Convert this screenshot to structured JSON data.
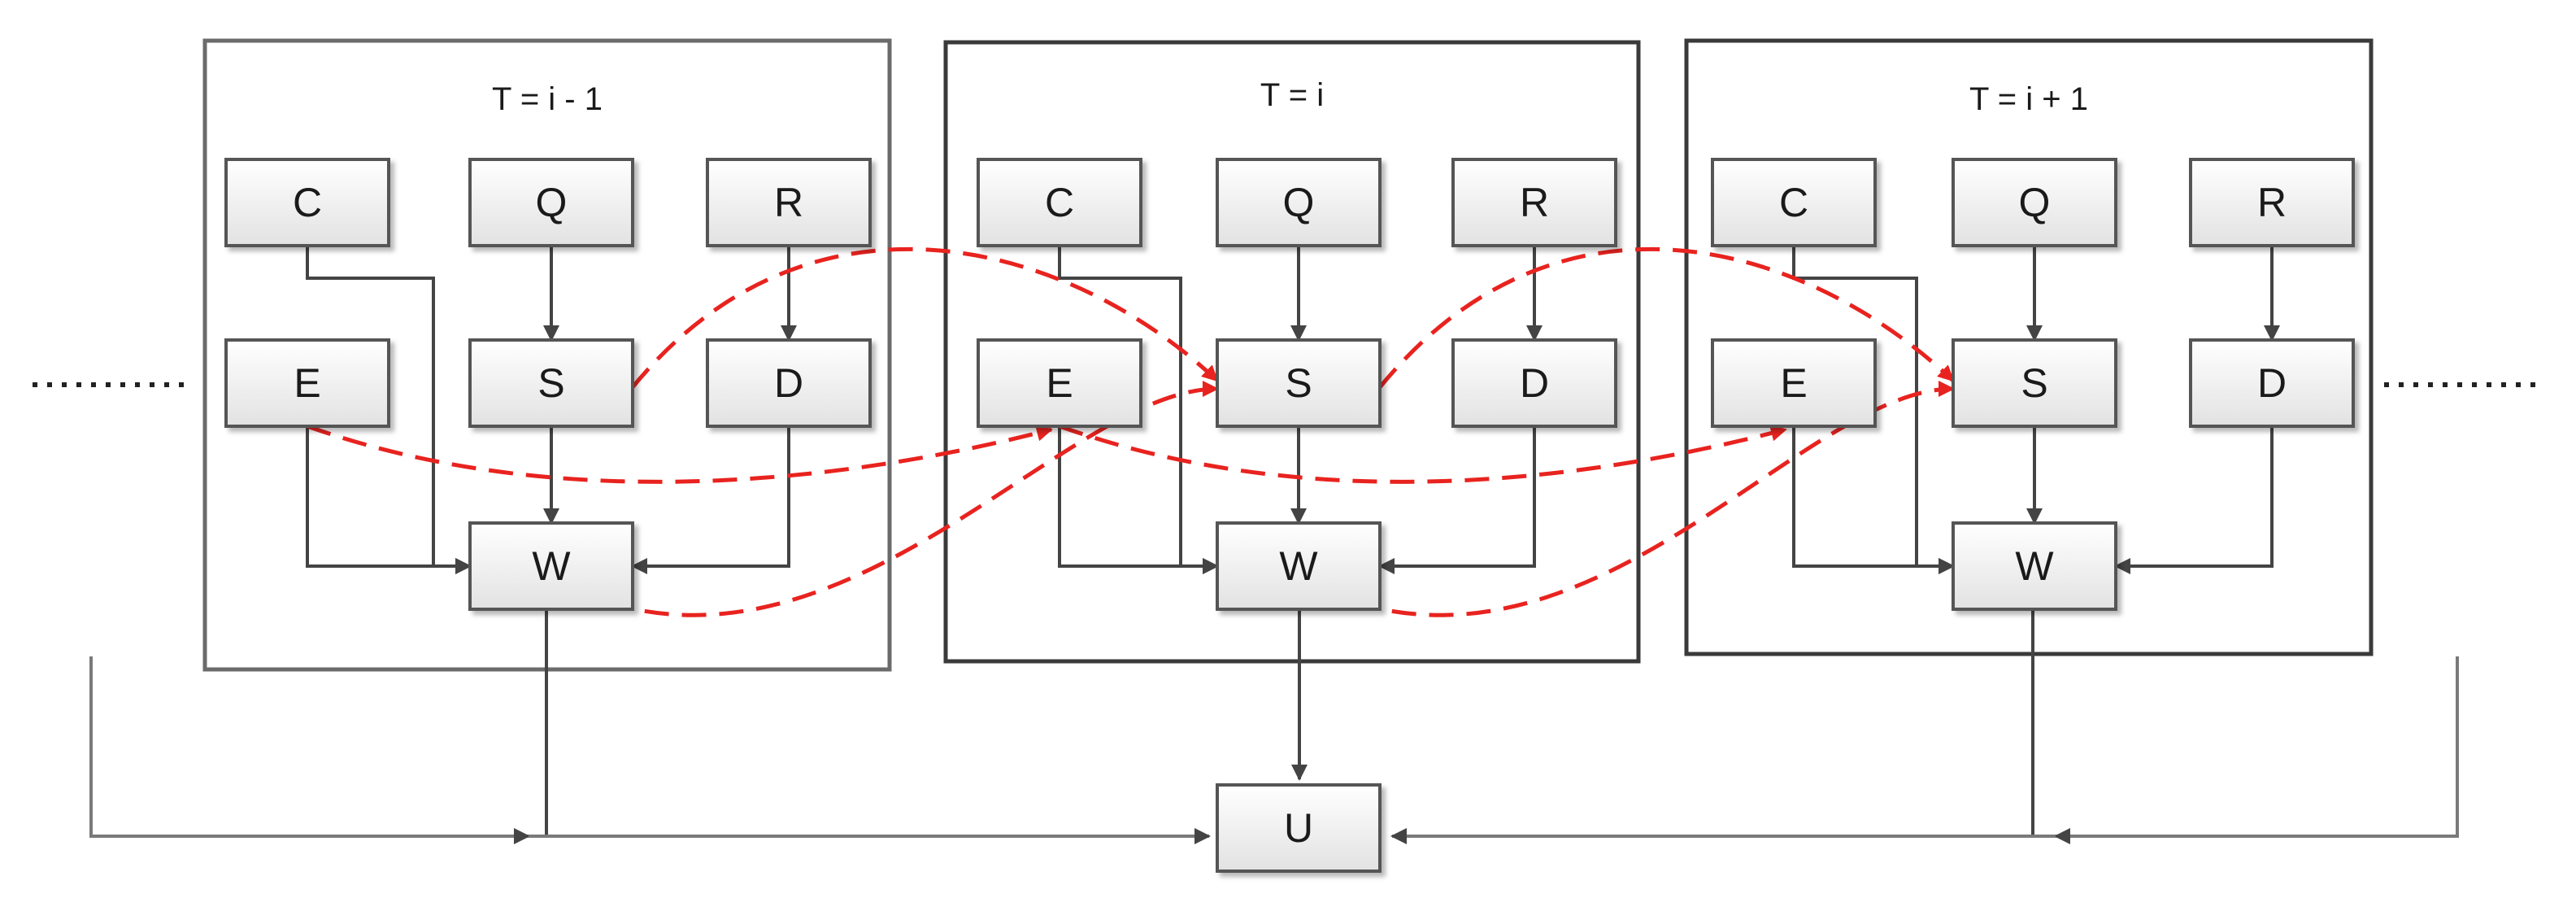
{
  "time_slices": [
    {
      "title": "T = i - 1"
    },
    {
      "title": "T = i"
    },
    {
      "title": "T = i + 1"
    }
  ],
  "node_labels": {
    "C": "C",
    "Q": "Q",
    "R": "R",
    "E": "E",
    "S": "S",
    "D": "D",
    "W": "W"
  },
  "output_node": {
    "label": "U"
  },
  "colors": {
    "temporal_edge": "#e8231f",
    "edge": "#444444",
    "frame_border": "#6b6b6b",
    "node_fill_top": "#ffffff",
    "node_fill_bottom": "#e2e2e2"
  }
}
